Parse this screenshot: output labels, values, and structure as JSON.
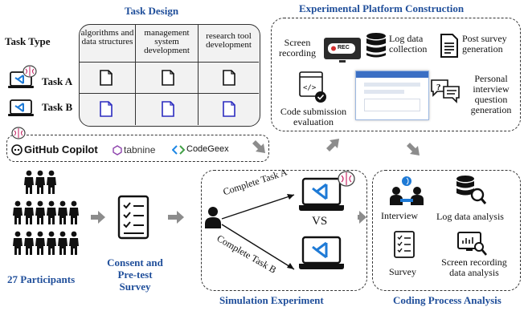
{
  "titles": {
    "task_design": "Task Design",
    "platform": "Experimental Platform Construction",
    "simulation": "Simulation Experiment",
    "coding": "Coding Process Analysis"
  },
  "task_design": {
    "task_type_label": "Task Type",
    "columns": [
      "algorithms and data structures",
      "management system development",
      "research tool development"
    ],
    "rows": [
      "Task A",
      "Task B"
    ]
  },
  "ai_tools": {
    "copilot": "GitHub Copilot",
    "tabnine": "tabnine",
    "codegeex": "CodeGeex"
  },
  "platform": {
    "screen_recording": "Screen recording",
    "rec_badge": "REC",
    "log_collection": "Log data collection",
    "post_survey": "Post survey generation",
    "code_submission": "Code submission evaluation",
    "interview_gen": "Personal interview question generation"
  },
  "participants": {
    "label": "27 Participants"
  },
  "consent": {
    "label": "Consent and Pre-test Survey"
  },
  "simulation": {
    "complete_a": "Complete Task A",
    "complete_b": "Complete Task B",
    "vs": "VS"
  },
  "coding": {
    "interview": "Interview",
    "log_analysis": "Log data analysis",
    "survey": "Survey",
    "screen_analysis": "Screen recording data analysis"
  },
  "colors": {
    "title_blue": "#1f4e9a",
    "vscode_blue": "#1e7ad6",
    "arrow_gray": "#8c8c8c",
    "panel_gray": "#f2f2f2"
  }
}
